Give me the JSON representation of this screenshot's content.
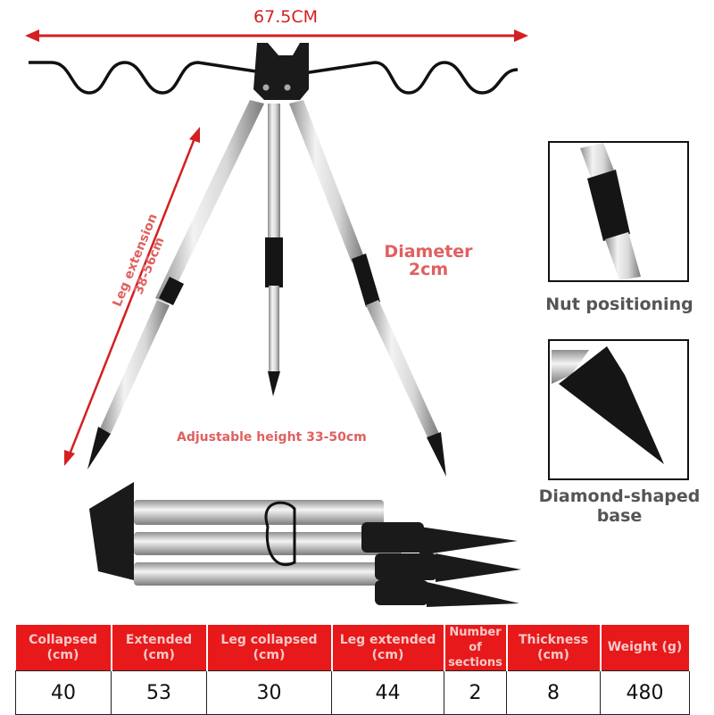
{
  "dimension_width": "67.5CM",
  "leg_extension_line1": "Leg extension",
  "leg_extension_line2": "38-56cm",
  "diameter_line1": "Diameter",
  "diameter_line2": "2cm",
  "adjustable_height": "Adjustable height 33-50cm",
  "insets": [
    {
      "caption": "Nut positioning"
    },
    {
      "caption": "Diamond-shaped base"
    }
  ],
  "specs_table": {
    "headers": [
      "Collapsed (cm)",
      "Extended (cm)",
      "Leg collapsed (cm)",
      "Leg extended (cm)",
      "Number of sections",
      "Thickness (cm)",
      "Weight (g)"
    ],
    "values": [
      "40",
      "53",
      "30",
      "44",
      "2",
      "8",
      "480"
    ]
  },
  "colors": {
    "table_header": "#e8191a",
    "label_red": "#e06060",
    "dimension_red": "#d42020"
  }
}
